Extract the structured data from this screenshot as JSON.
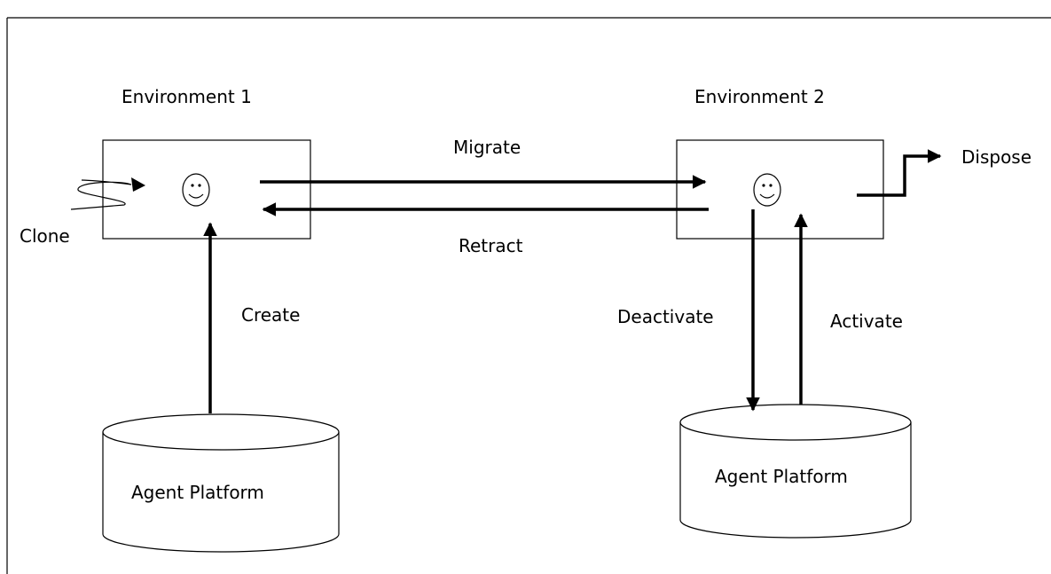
{
  "environment_1": {
    "title": "Environment 1"
  },
  "environment_2": {
    "title": "Environment 2"
  },
  "platform_1": {
    "label": "Agent Platform"
  },
  "platform_2": {
    "label": "Agent Platform"
  },
  "transitions": {
    "migrate": "Migrate",
    "retract": "Retract",
    "create": "Create",
    "clone": "Clone",
    "dispose": "Dispose",
    "deactivate": "Deactivate",
    "activate": "Activate"
  },
  "icons": {
    "agent": "smiley-face-icon"
  },
  "colors": {
    "stroke": "#000000",
    "background": "#ffffff"
  }
}
